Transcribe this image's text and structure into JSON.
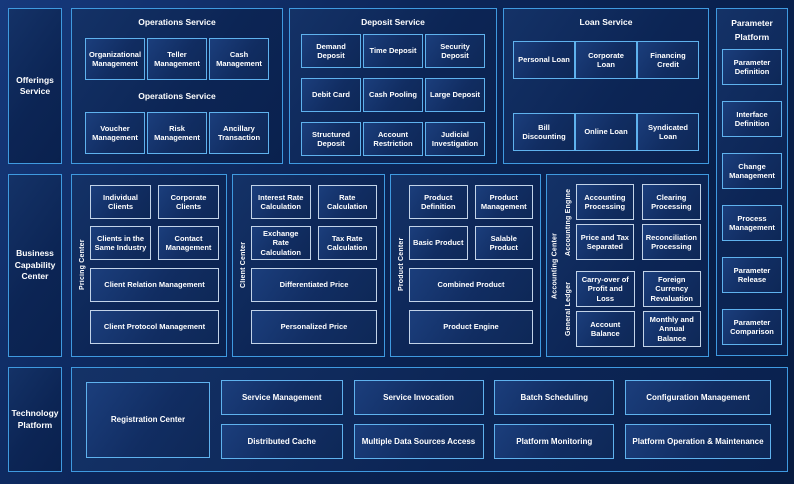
{
  "palette": {
    "page_background": "#0A2456",
    "panel_border": "#3F9AE0",
    "box_border_blue": "#5FB2EE",
    "box_border_pale": "#C2D3E8",
    "box_fill": "#112D62",
    "text": "#FFFFFF"
  },
  "rails": {
    "offerings": "Offerings Service",
    "business_capability": "Business Capability Center",
    "technology": "Technology Platform"
  },
  "operations_service": {
    "title": "Operations Service",
    "subtitle": "Operations Service",
    "row1": [
      "Organizational Management",
      "Teller Management",
      "Cash Management"
    ],
    "row2": [
      "Voucher Management",
      "Risk Management",
      "Ancillary Transaction"
    ]
  },
  "deposit_service": {
    "title": "Deposit Service",
    "items": [
      "Demand Deposit",
      "Time Deposit",
      "Security Deposit",
      "Debit Card",
      "Cash Pooling",
      "Large Deposit",
      "Structured Deposit",
      "Account Restriction",
      "Judicial Investigation"
    ]
  },
  "loan_service": {
    "title": "Loan Service",
    "items": [
      "Personal Loan",
      "Corporate Loan",
      "Financing Credit",
      "Bill Discounting",
      "Online Loan",
      "Syndicated Loan"
    ]
  },
  "parameter_platform": {
    "title": "Parameter Platform",
    "items": [
      "Parameter Definition",
      "Interface Definition",
      "Change Management",
      "Process Management",
      "Parameter Release",
      "Parameter Comparison"
    ]
  },
  "pricing_center": {
    "label": "Pricing Center",
    "small": [
      "Individual Clients",
      "Corporate Clients",
      "Clients in the Same Industry",
      "Contact Management"
    ],
    "wide": [
      "Client Relation Management",
      "Client Protocol Management"
    ]
  },
  "client_center": {
    "label": "Client Center",
    "small": [
      "Interest Rate Calculation",
      "Rate Calculation",
      "Exchange Rate Calculation",
      "Tax Rate Calculation"
    ],
    "wide": [
      "Differentiated Price",
      "Personalized Price"
    ]
  },
  "product_center": {
    "label": "Product Center",
    "small": [
      "Product Definition",
      "Product Management",
      "Basic Product",
      "Salable Product"
    ],
    "wide": [
      "Combined Product",
      "Product Engine"
    ]
  },
  "accounting_center": {
    "label": "Accounting Center",
    "engine": {
      "label": "Accounting Engine",
      "items": [
        "Accounting Processing",
        "Clearing Processing",
        "Price and Tax Separated",
        "Reconciliation Processing"
      ]
    },
    "ledger": {
      "label": "General Ledger",
      "items": [
        "Carry-over of Profit and Loss",
        "Foreign Currency Revaluation",
        "Account Balance",
        "Monthly and Annual Balance"
      ]
    }
  },
  "technology_platform": {
    "registration": "Registration Center",
    "row1": [
      "Service Management",
      "Service Invocation",
      "Batch Scheduling",
      "Configuration Management"
    ],
    "row2": [
      "Distributed Cache",
      "Multiple Data Sources Access",
      "Platform Monitoring",
      "Platform Operation & Maintenance"
    ]
  }
}
